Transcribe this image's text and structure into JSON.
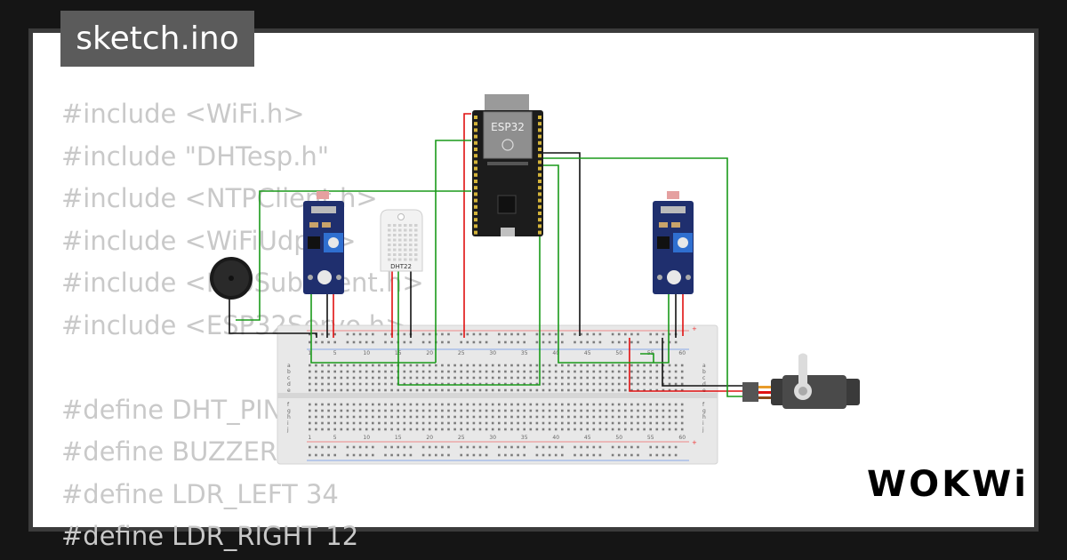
{
  "tab": {
    "filename": "sketch.ino"
  },
  "code_lines": [
    "#include <WiFi.h>",
    "#include \"DHTesp.h\"",
    "#include <NTPClient.h>",
    "#include <WiFiUdp.h>",
    "#include <PubSubClient.h>",
    "#include <ESP32Servo.h>",
    "",
    "#define DHT_PIN",
    "#define BUZZER",
    "#define LDR_LEFT 34",
    "#define LDR_RIGHT 12"
  ],
  "components": {
    "mcu_label": "ESP32",
    "dht_label": "DHT22"
  },
  "breadboard": {
    "column_numbers": [
      "1",
      "5",
      "10",
      "15",
      "20",
      "25",
      "30",
      "35",
      "40",
      "45",
      "50",
      "55",
      "60"
    ],
    "row_letters_top": [
      "a",
      "b",
      "c",
      "d",
      "e"
    ],
    "row_letters_bottom": [
      "f",
      "g",
      "h",
      "i",
      "j"
    ]
  },
  "logo": {
    "text": "WOKWi"
  },
  "colors": {
    "background": "#151515",
    "frame": "#3b3b3b",
    "card": "#ffffff",
    "tab_bg": "#5b5b5b",
    "code_text": "#c9c9c9",
    "wire_green": "#1a9a1a",
    "wire_red": "#e01010",
    "wire_black": "#111111",
    "pcb_blue": "#1f2f6e",
    "esp32_black": "#1c1c1c"
  }
}
